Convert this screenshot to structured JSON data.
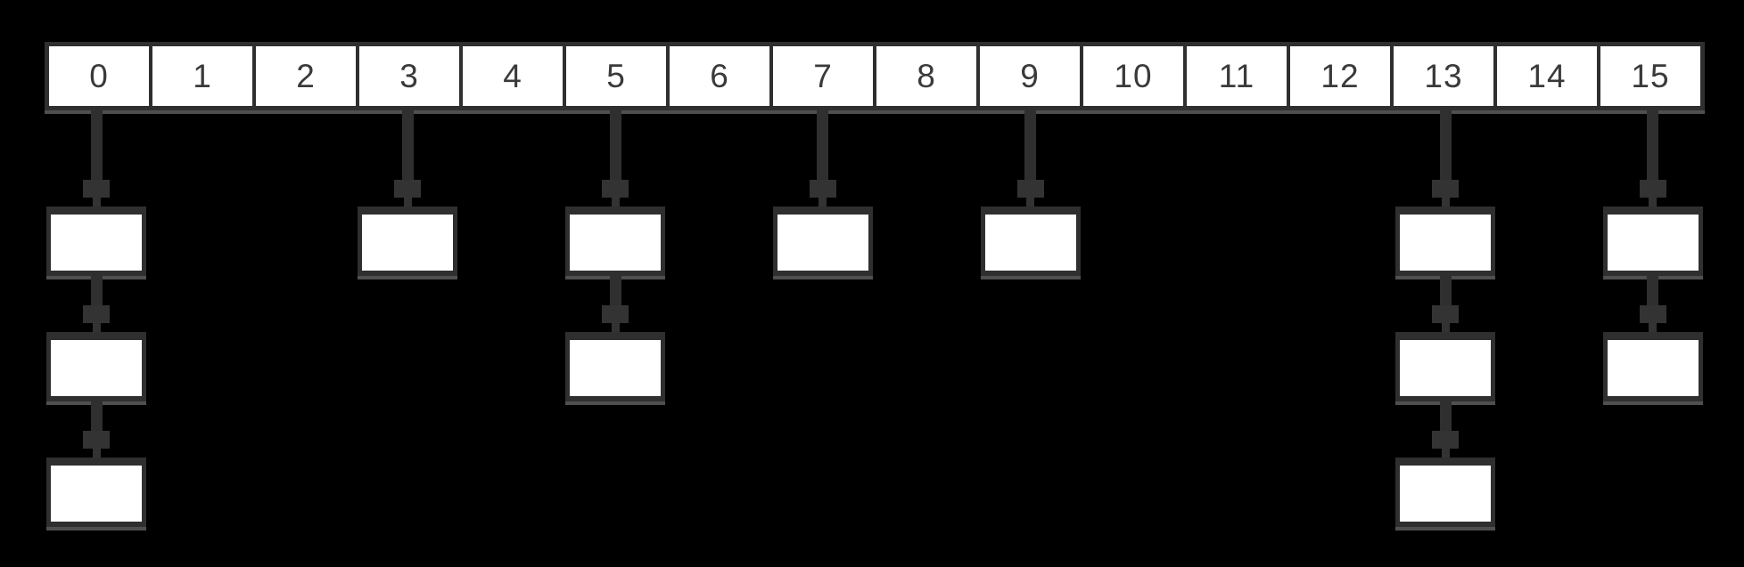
{
  "diagram_type": "hash-table-with-chaining",
  "array": {
    "buckets": [
      "0",
      "1",
      "2",
      "3",
      "4",
      "5",
      "6",
      "7",
      "8",
      "9",
      "10",
      "11",
      "12",
      "13",
      "14",
      "15"
    ]
  },
  "chains": [
    {
      "bucket_index": 0,
      "node_count": 3
    },
    {
      "bucket_index": 3,
      "node_count": 1
    },
    {
      "bucket_index": 5,
      "node_count": 2
    },
    {
      "bucket_index": 7,
      "node_count": 1
    },
    {
      "bucket_index": 9,
      "node_count": 1
    },
    {
      "bucket_index": 13,
      "node_count": 3
    },
    {
      "bucket_index": 15,
      "node_count": 2
    }
  ],
  "node_text": "",
  "colors": {
    "background": "#000000",
    "box_fill": "#ffffff",
    "line": "#2f2f2f",
    "arrow": "#333333",
    "shadow": "#4f4f4f",
    "text": "#3a3a3a"
  }
}
